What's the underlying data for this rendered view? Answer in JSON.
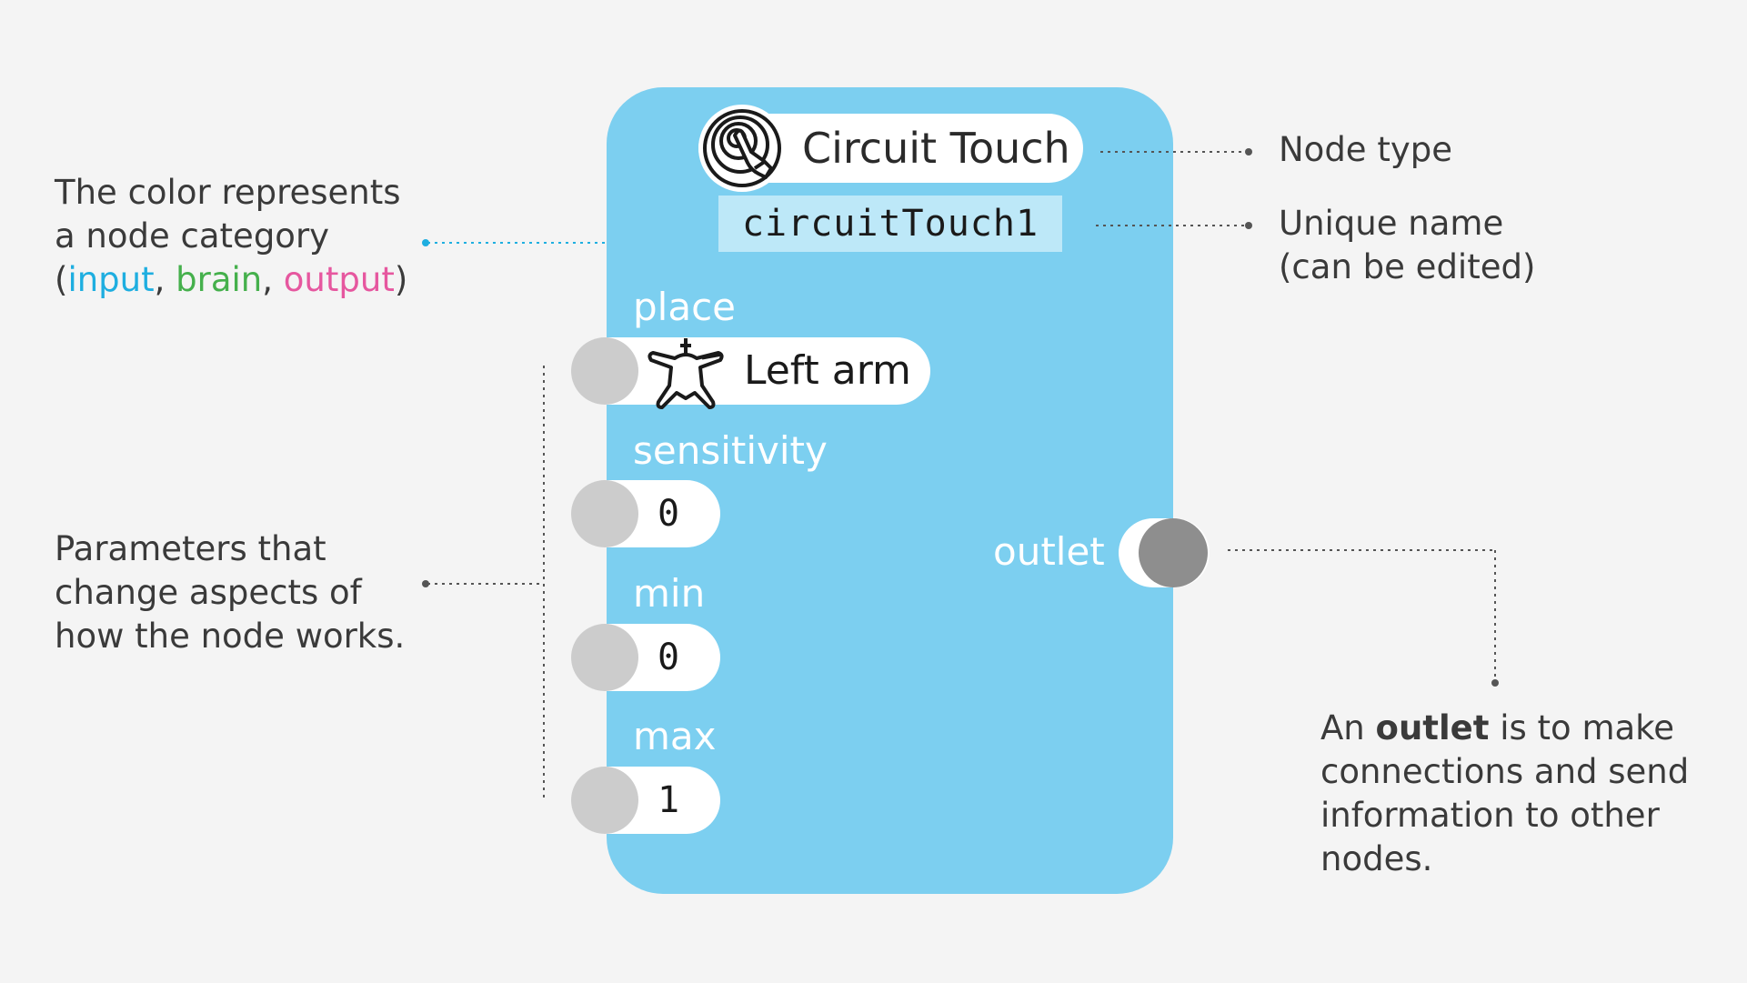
{
  "node": {
    "title": "Circuit Touch",
    "unique_name": "circuitTouch1",
    "params": [
      {
        "label": "place",
        "value": "Left arm"
      },
      {
        "label": "sensitivity",
        "value": "0"
      },
      {
        "label": "min",
        "value": "0"
      },
      {
        "label": "max",
        "value": "1"
      }
    ],
    "outlet_label": "outlet"
  },
  "annotations": {
    "color_line1": "The color represents",
    "color_line2": "a node category",
    "color_paren_open": "(",
    "color_input": "input",
    "color_sep1": ", ",
    "color_brain": "brain",
    "color_sep2": ", ",
    "color_output": "output",
    "color_paren_close": ")",
    "params_line1": "Parameters that",
    "params_line2": "change aspects of",
    "params_line3": "how the node works.",
    "node_type": "Node type",
    "unique_line1": "Unique name",
    "unique_line2": "(can be edited)",
    "outlet_prefix": "An ",
    "outlet_bold": "outlet",
    "outlet_rest": " is to make",
    "outlet_line2": "connections and send",
    "outlet_line3": "information to other",
    "outlet_line4": "nodes."
  },
  "colors": {
    "node_fill": "#7ccff0",
    "input": "#1eaee0",
    "brain": "#45b04c",
    "output": "#e6579f",
    "port": "#cccccc",
    "outlet_port": "#8e8e8e"
  },
  "icons": {
    "header": "touch-icon",
    "place": "body-figure-icon"
  }
}
